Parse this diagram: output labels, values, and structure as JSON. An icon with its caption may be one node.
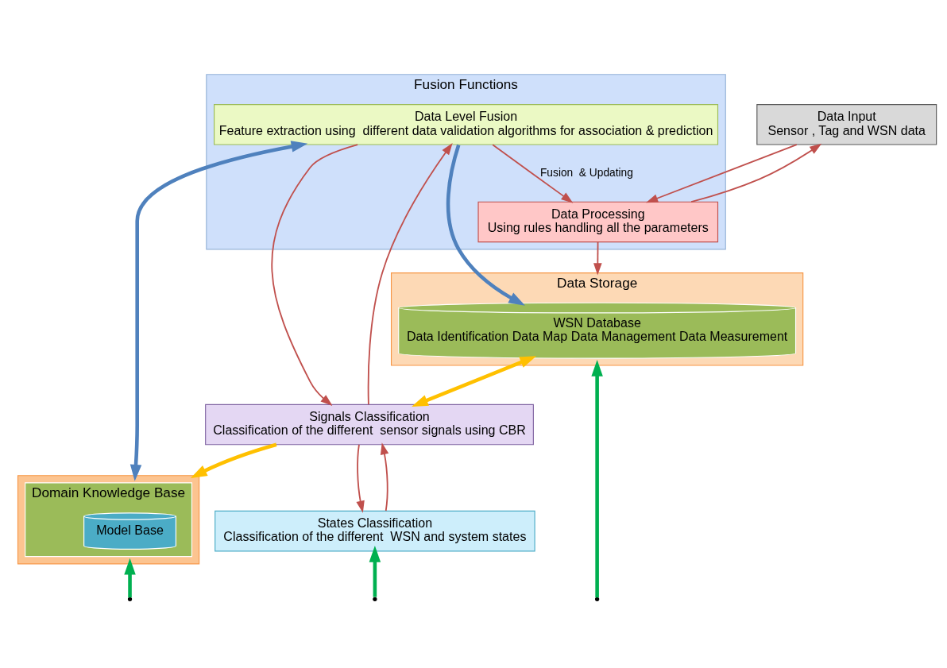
{
  "diagram": {
    "nodes": [
      {
        "text": [
          "Data Input",
          "Sensor , Tag and WSN data"
        ]
      },
      {
        "text": [
          "Fusion Functions"
        ]
      },
      {
        "text": [
          "Data Processing",
          "Using rules handling all the parameters"
        ],
        "in": 1
      },
      {
        "text": [
          "Data Level Fusion",
          "Feature extraction using  different data validation algorithms for association & prediction"
        ],
        "in": 1
      },
      {
        "text": [
          "Data Storage"
        ]
      },
      {
        "text": [
          "WSN Database",
          "Data Identification Data Map Data Management Data Measurement"
        ],
        "in": 4
      },
      {
        "text": [],
        "shape": "box"
      },
      {
        "text": [
          "Domain Knowledge Base"
        ],
        "in": 6
      },
      {
        "text": [
          "Model Base"
        ],
        "in": 7
      },
      {
        "text": [
          "Signals Classification",
          "Classification of the different  sensor signals using CBR"
        ]
      },
      {
        "text": [
          "States Classification",
          "Classification of the different  WSN and system states"
        ]
      }
    ],
    "edges": [
      {
        "from": 2,
        "to": 0,
        "arrow": "to"
      },
      {
        "from": 0,
        "to": 2,
        "arrow": "to"
      },
      {
        "from": 2,
        "to": 4,
        "arrow": "to"
      },
      {
        "from": 3,
        "to": 2,
        "arrow": "to",
        "label": "Fusion  & Updating"
      },
      {
        "from": 3,
        "to": 9,
        "arrow": "to"
      },
      {
        "from": 9,
        "to": 3,
        "arrow": "to"
      },
      {
        "from": 9,
        "to": 10,
        "arrow": "to"
      },
      {
        "from": 10,
        "to": 9,
        "arrow": "to"
      },
      {
        "from": 3,
        "to": 6,
        "arrow": "both",
        "style": "thick",
        "color": "#4f81bd"
      },
      {
        "from": 3,
        "to": 5,
        "arrow": "to",
        "style": "thick",
        "color": "#4f81bd"
      },
      {
        "from": 5,
        "to": 9,
        "arrow": "both",
        "style": "thick",
        "color": "#ffc000"
      },
      {
        "from": 9,
        "to": 6,
        "arrow": "to",
        "style": "thick",
        "color": "#ffc000"
      },
      {
        "from": null,
        "to": 4,
        "arrow": "to",
        "style": "thick",
        "color": "#00b050"
      },
      {
        "from": null,
        "to": 6,
        "arrow": "to",
        "style": "thick",
        "color": "#00b050"
      },
      {
        "from": null,
        "to": 10,
        "arrow": "to",
        "style": "thick",
        "color": "#00b050"
      }
    ]
  }
}
